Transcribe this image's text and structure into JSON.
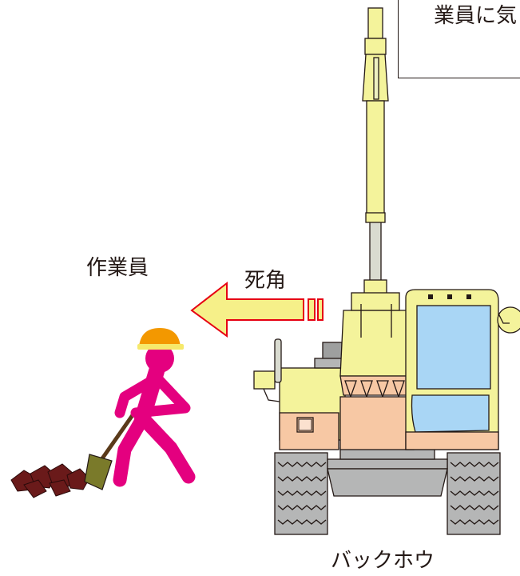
{
  "labels": {
    "worker": "作業員",
    "blind_spot": "死角",
    "backhoe": "バックホウ"
  },
  "callout": {
    "text": "業員に気"
  },
  "colors": {
    "worker_body": "#e4007f",
    "helmet": "#f39800",
    "arm_yellow": "#f4f39b",
    "cab_orange": "#f7c8a4",
    "glass_blue": "#a9d6f5",
    "arrow_fill": "#f6f089",
    "arrow_border": "#e60012",
    "track_gray": "#b5b6b6",
    "rubble": "#6a1a1a"
  },
  "icons": [
    "worker-figure-icon",
    "shovel-icon",
    "backhoe-icon",
    "blind-spot-arrow-icon"
  ]
}
